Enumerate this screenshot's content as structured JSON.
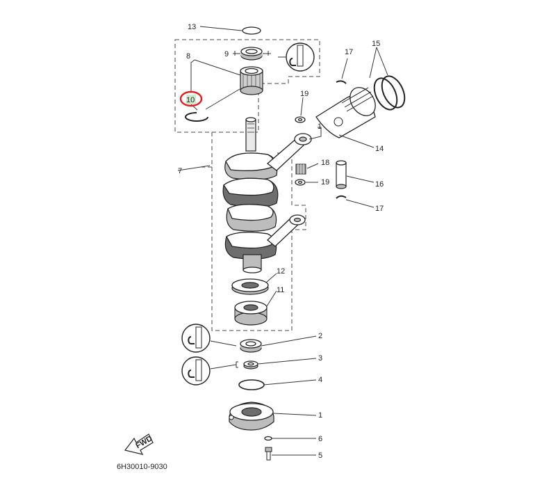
{
  "figure_code": "6H30010-9030",
  "fwd_label": "FWD",
  "highlight_color": "#e02020",
  "highlight_fill": "#cfe8cf",
  "callouts": {
    "c13": "13",
    "c9": "9",
    "c8": "8",
    "c10": "10",
    "c17a": "17",
    "c15": "15",
    "c19a": "19",
    "c1a": "1",
    "c14": "14",
    "c7": "7",
    "c18": "18",
    "c19b": "19",
    "c16": "16",
    "c17b": "17",
    "c12": "12",
    "c11": "11",
    "c2": "2",
    "c3": "3",
    "c4": "4",
    "c1b": "1",
    "c6": "6",
    "c5": "5"
  },
  "icons": [
    "grease-tube-icon",
    "oil-tube-icon",
    "fwd-arrow-icon"
  ]
}
